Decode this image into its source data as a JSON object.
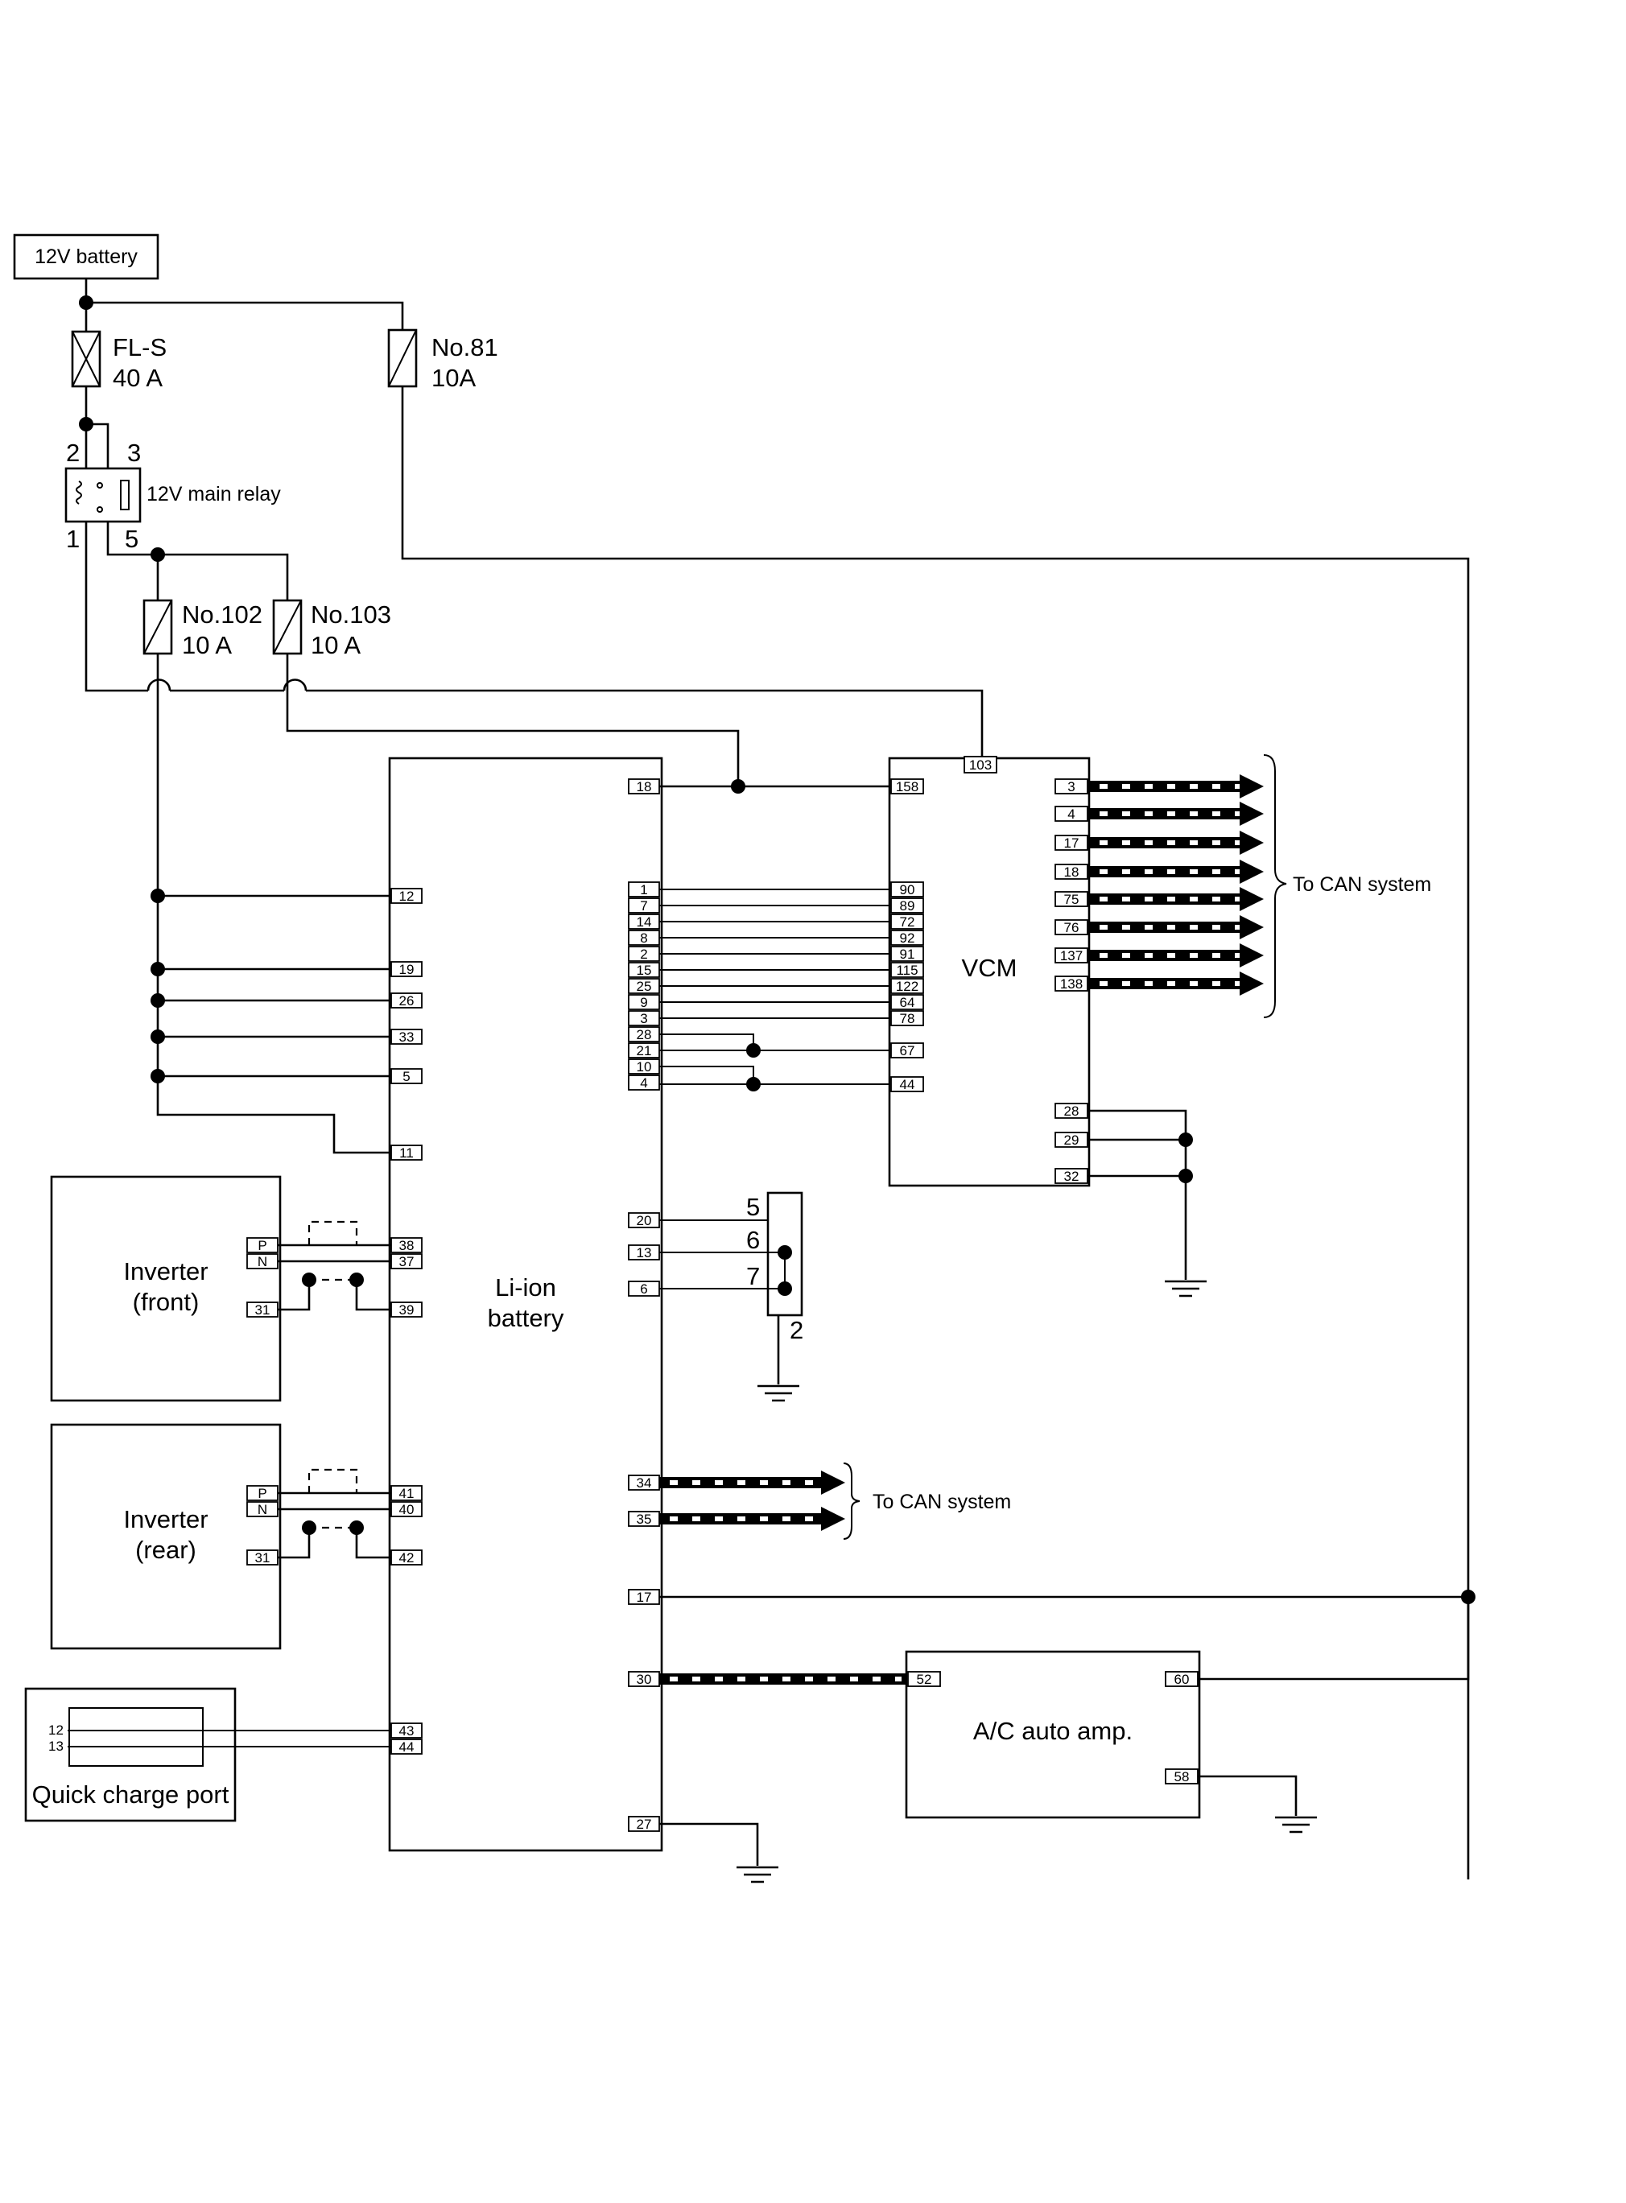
{
  "battery12v": {
    "label": "12V battery"
  },
  "fuses": {
    "fl_s": {
      "name": "FL-S",
      "rating": "40 A"
    },
    "no81": {
      "name": "No.81",
      "rating": "10A"
    },
    "no102": {
      "name": "No.102",
      "rating": "10 A"
    },
    "no103": {
      "name": "No.103",
      "rating": "10 A"
    }
  },
  "relay": {
    "label": "12V main relay",
    "pins": {
      "p2": "2",
      "p3": "3",
      "p1": "1",
      "p5": "5"
    }
  },
  "li_ion": {
    "label_line1": "Li-ion",
    "label_line2": "battery",
    "pins": {
      "p18": "18",
      "p12": "12",
      "p19": "19",
      "p26": "26",
      "p33": "33",
      "p5": "5",
      "p11": "11",
      "p38": "38",
      "p37": "37",
      "p39": "39",
      "p41": "41",
      "p40": "40",
      "p42": "42",
      "p43": "43",
      "p44": "44",
      "p1": "1",
      "p7": "7",
      "p14": "14",
      "p8": "8",
      "p2": "2",
      "p15": "15",
      "p25": "25",
      "p9": "9",
      "p3": "3",
      "p28": "28",
      "p21": "21",
      "p10": "10",
      "p4": "4",
      "p20": "20",
      "p13": "13",
      "p6": "6",
      "p34": "34",
      "p35": "35",
      "p17": "17",
      "p30": "30",
      "p27": "27"
    }
  },
  "vcm": {
    "label": "VCM",
    "pins": {
      "p103": "103",
      "p158": "158",
      "p90": "90",
      "p89": "89",
      "p72": "72",
      "p92": "92",
      "p91": "91",
      "p115": "115",
      "p122": "122",
      "p64": "64",
      "p78": "78",
      "p67": "67",
      "p44": "44",
      "p3": "3",
      "p4": "4",
      "p17": "17",
      "p18": "18",
      "p75": "75",
      "p76": "76",
      "p137": "137",
      "p138": "138",
      "p28": "28",
      "p29": "29",
      "p32": "32"
    }
  },
  "can_labels": {
    "vcm": "To CAN system",
    "battery": "To CAN system"
  },
  "inverter_front": {
    "line1": "Inverter",
    "line2": "(front)",
    "p": "P",
    "n": "N",
    "p31": "31"
  },
  "inverter_rear": {
    "line1": "Inverter",
    "line2": "(rear)",
    "p": "P",
    "n": "N",
    "p31": "31"
  },
  "quick_charge": {
    "label": "Quick charge port",
    "p12": "12",
    "p13": "13"
  },
  "ac_amp": {
    "label": "A/C auto amp.",
    "p52": "52",
    "p60": "60",
    "p58": "58"
  },
  "connector": {
    "p5": "5",
    "p6": "6",
    "p7": "7",
    "p2": "2"
  }
}
